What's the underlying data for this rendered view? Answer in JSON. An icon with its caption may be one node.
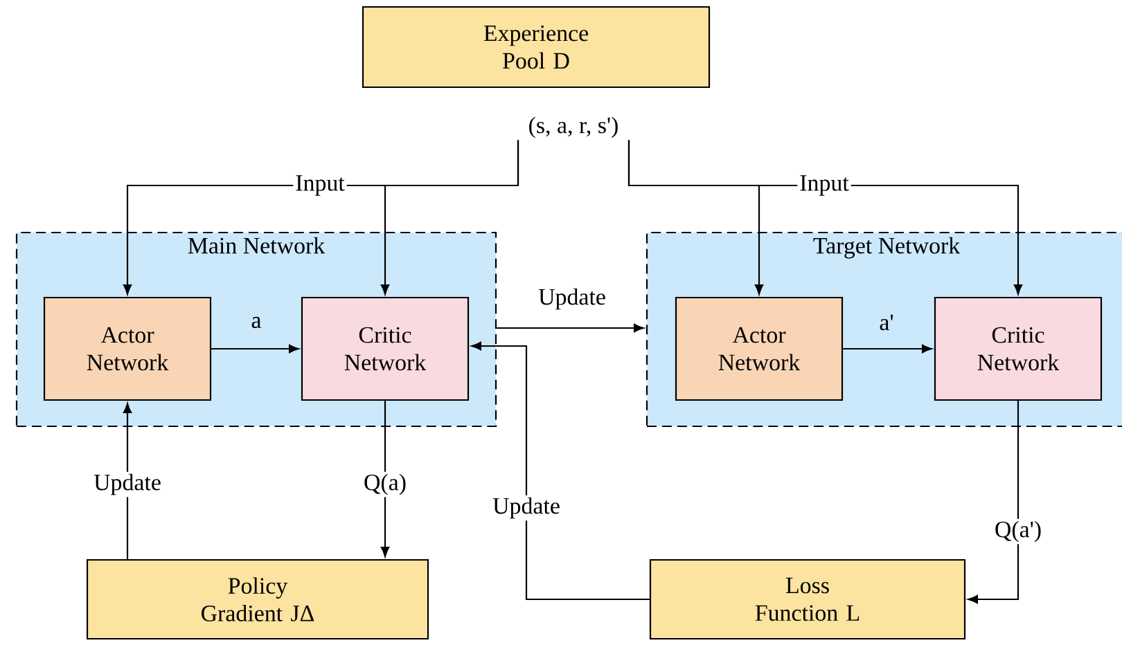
{
  "diagram": {
    "nodes": [
      {
        "text": [
          "Experience Pool D"
        ]
      },
      {
        "text": [
          "(s, a, r, s')"
        ]
      },
      {
        "text": [
          "Main Network"
        ]
      },
      {
        "text": [
          "Actor Network"
        ],
        "in": 2
      },
      {
        "text": [
          "Critic Network"
        ],
        "in": 2
      },
      {
        "text": [
          "Target Network"
        ]
      },
      {
        "text": [
          "Actor Network"
        ],
        "in": 5
      },
      {
        "text": [
          "Critic Network"
        ],
        "in": 5
      },
      {
        "text": [
          "Policy Gradient JΔ"
        ]
      },
      {
        "text": [
          "Loss Function L"
        ]
      }
    ],
    "edges": [
      {
        "from": 1,
        "to": 3,
        "arrow": "to",
        "label": "Input"
      },
      {
        "from": 1,
        "to": 4,
        "arrow": "to"
      },
      {
        "from": 1,
        "to": 6,
        "arrow": "to"
      },
      {
        "from": 1,
        "to": 7,
        "arrow": "to",
        "label": "Input"
      },
      {
        "from": 3,
        "to": 4,
        "arrow": "to",
        "label": "a"
      },
      {
        "from": 2,
        "to": 5,
        "arrow": "to",
        "label": "Update"
      },
      {
        "from": 6,
        "to": 7,
        "arrow": "to",
        "label": "a'"
      },
      {
        "from": 4,
        "to": 8,
        "arrow": "to",
        "label": "Q(a)"
      },
      {
        "from": 8,
        "to": 3,
        "arrow": "to",
        "label": "Update"
      },
      {
        "from": 7,
        "to": 9,
        "arrow": "to",
        "label": "Q(a')"
      },
      {
        "from": 9,
        "to": 4,
        "arrow": "to",
        "label": "Update"
      }
    ]
  }
}
